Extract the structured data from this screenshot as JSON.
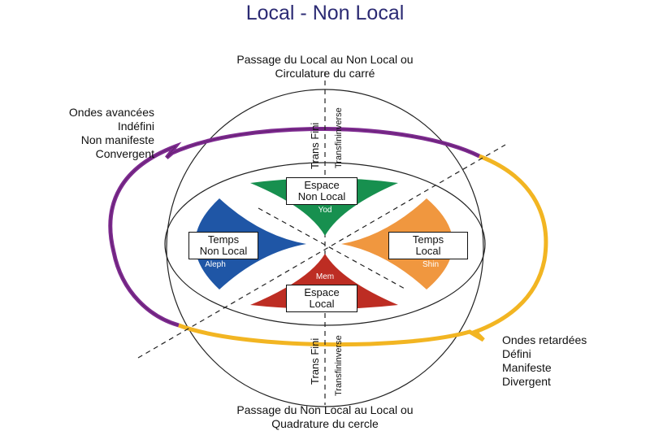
{
  "title": "Local - Non Local",
  "top_label": {
    "line1": "Passage du Local au Non Local ou",
    "line2": "Circulature du carré"
  },
  "bottom_label": {
    "line1": "Passage du Non Local au Local ou",
    "line2": "Quadrature du cercle"
  },
  "left_label": {
    "line1": "Ondes avancées",
    "line2": "Indéfini",
    "line3": "Non manifeste",
    "line4": "Convergent"
  },
  "right_label": {
    "line1": "Ondes retardées",
    "line2": "Défini",
    "line3": "Manifeste",
    "line4": "Divergent"
  },
  "quadrants": {
    "top": {
      "line1": "Espace",
      "line2": "Non Local",
      "letter": "Yod",
      "color": "#17904f"
    },
    "left": {
      "line1": "Temps",
      "line2": "Non Local",
      "letter": "Aleph",
      "color": "#1f56a6"
    },
    "right": {
      "line1": "Temps",
      "line2": "Local",
      "letter": "Shin",
      "color": "#f0973f"
    },
    "bottom": {
      "line1": "Espace",
      "line2": "Local",
      "letter": "Mem",
      "color": "#bd2d23"
    }
  },
  "axis_labels": {
    "top_trans_fini": "Trans Fini",
    "top_transfininverse": "Transfininverse",
    "bottom_trans_fini": "Trans Fini",
    "bottom_transfininverse": "Transfininverse"
  },
  "colors": {
    "title": "#2b2a73",
    "purple": "#7d2a8f",
    "gold": "#f2b522"
  }
}
